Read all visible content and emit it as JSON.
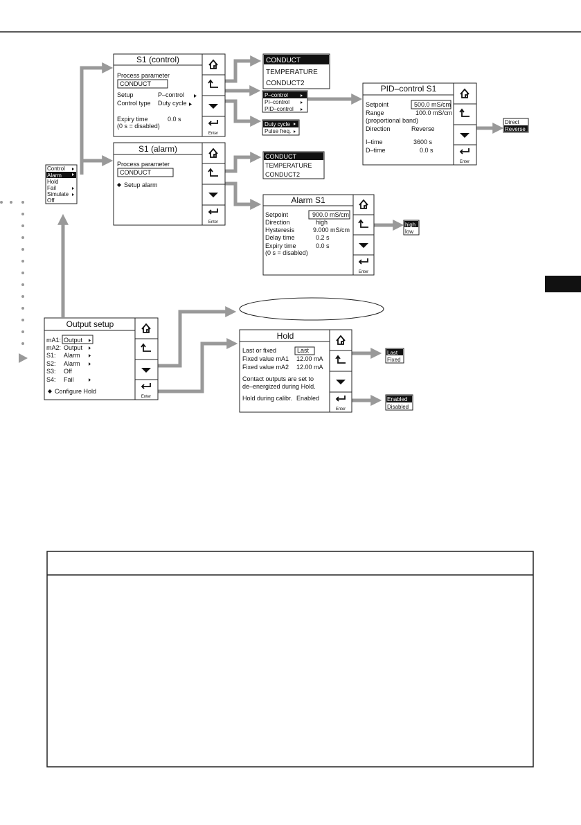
{
  "keys": {
    "enter": "Enter"
  },
  "s1_control": {
    "title": "S1 (control)",
    "pp_label": "Process parameter",
    "pp_value": "CONDUCT",
    "setup_label": "Setup",
    "setup_value": "P–control",
    "ctype_label": "Control type",
    "ctype_value": "Duty cycle",
    "expiry_label": "Expiry time",
    "expiry_value": "0.0 s",
    "expiry_note": "(0 s = disabled)"
  },
  "param_list_1": [
    "CONDUCT",
    "TEMPERATURE",
    "CONDUCT2"
  ],
  "control_types": [
    "P–control",
    "PI–control",
    "PID–control"
  ],
  "cycle_types": [
    "Duty cycle",
    "Pulse freq."
  ],
  "pid": {
    "title": "PID–control S1",
    "setpoint_label": "Setpoint",
    "setpoint_value": "500.0 mS/cm",
    "range_label": "Range",
    "range_value": "100.0 mS/cm",
    "range_note": "(proportional band)",
    "direction_label": "Direction",
    "direction_value": "Reverse",
    "itime_label": "I–time",
    "itime_value": "3600 s",
    "dtime_label": "D–time",
    "dtime_value": "0.0 s"
  },
  "direction_options": [
    "Direct",
    "Reverse"
  ],
  "s1_alarm": {
    "title": "S1 (alarm)",
    "pp_label": "Process parameter",
    "pp_value": "CONDUCT",
    "setup_label": "Setup alarm"
  },
  "param_list_2": [
    "CONDUCT",
    "TEMPERATURE",
    "CONDUCT2"
  ],
  "alarm": {
    "title": "Alarm S1",
    "setpoint_label": "Setpoint",
    "setpoint_value": "900.0 mS/cm",
    "direction_label": "Direction",
    "direction_value": "high",
    "hysteresis_label": "Hysteresis",
    "hysteresis_value": "9.000 mS/cm",
    "delay_label": "Delay time",
    "delay_value": "0.2 s",
    "expiry_label": "Expiry time",
    "expiry_value": "0.0 s",
    "expiry_note": "(0 s = disabled)"
  },
  "alarm_dir_options": [
    "high",
    "low"
  ],
  "mode_menu": [
    "Control",
    "Alarm",
    "Hold",
    "Fail",
    "Simulate",
    "Off"
  ],
  "output_setup": {
    "title": "Output setup",
    "rows": [
      {
        "label": "mA1:",
        "value": "Output"
      },
      {
        "label": "mA2:",
        "value": "Output"
      },
      {
        "label": "S1:",
        "value": "Alarm"
      },
      {
        "label": "S2:",
        "value": "Alarm"
      },
      {
        "label": "S3:",
        "value": "Off"
      },
      {
        "label": "S4:",
        "value": "Fail"
      }
    ],
    "configure_hold": "Configure Hold"
  },
  "hold": {
    "title": "Hold",
    "lof_label": "Last or fixed",
    "lof_value": "Last",
    "fv1_label": "Fixed value mA1",
    "fv1_value": "12.00 mA",
    "fv2_label": "Fixed value mA2",
    "fv2_value": "12.00 mA",
    "note1": "Contact outputs are set to",
    "note2": "de–energized during Hold.",
    "calib_label": "Hold during calibr.",
    "calib_value": "Enabled"
  },
  "lof_options": [
    "Last",
    "Fixed"
  ],
  "enable_options": [
    "Enabled",
    "Disabled"
  ]
}
